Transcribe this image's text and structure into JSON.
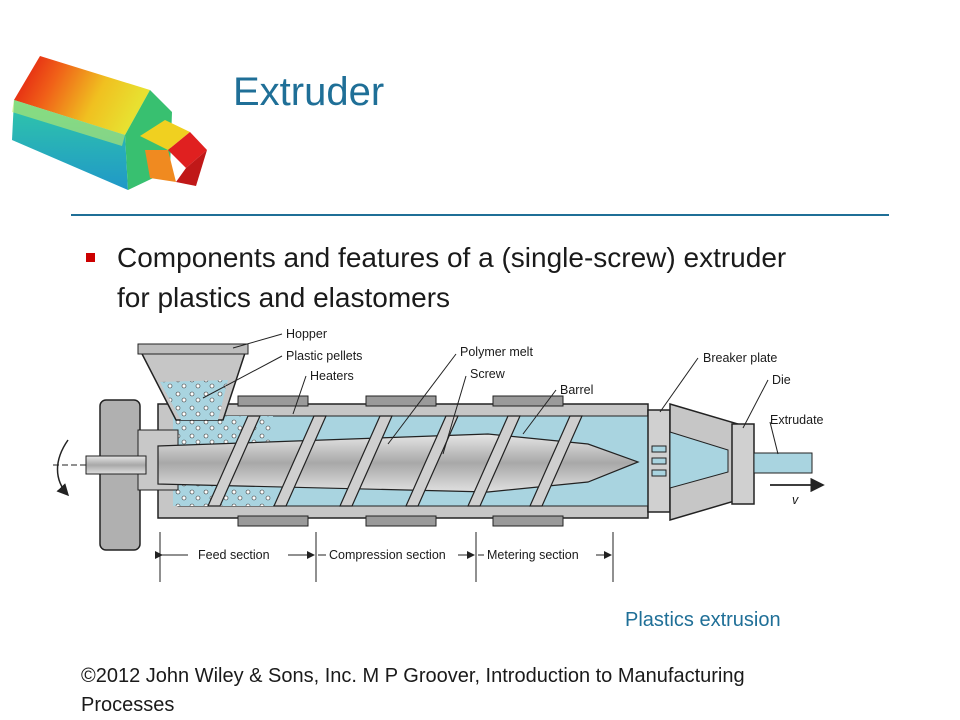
{
  "slide": {
    "title": "Extruder",
    "bullet": "Components and features of a (single-screw) extruder for plastics and elastomers",
    "caption": "Plastics extrusion",
    "copyright": "©2012 John Wiley & Sons, Inc.  M P Groover, Introduction to Manufacturing Processes"
  },
  "diagram": {
    "labels": {
      "hopper": "Hopper",
      "plastic_pellets": "Plastic pellets",
      "heaters": "Heaters",
      "polymer_melt": "Polymer melt",
      "screw": "Screw",
      "barrel": "Barrel",
      "breaker_plate": "Breaker plate",
      "die": "Die",
      "extrudate": "Extrudate",
      "velocity": "v"
    },
    "sections": {
      "feed": "Feed section",
      "compression": "Compression section",
      "metering": "Metering section"
    }
  },
  "colors": {
    "title": "#1f6f97",
    "melt": "#a9d4e0",
    "metal": "#bdbdbd",
    "bullet": "#cc0000"
  }
}
